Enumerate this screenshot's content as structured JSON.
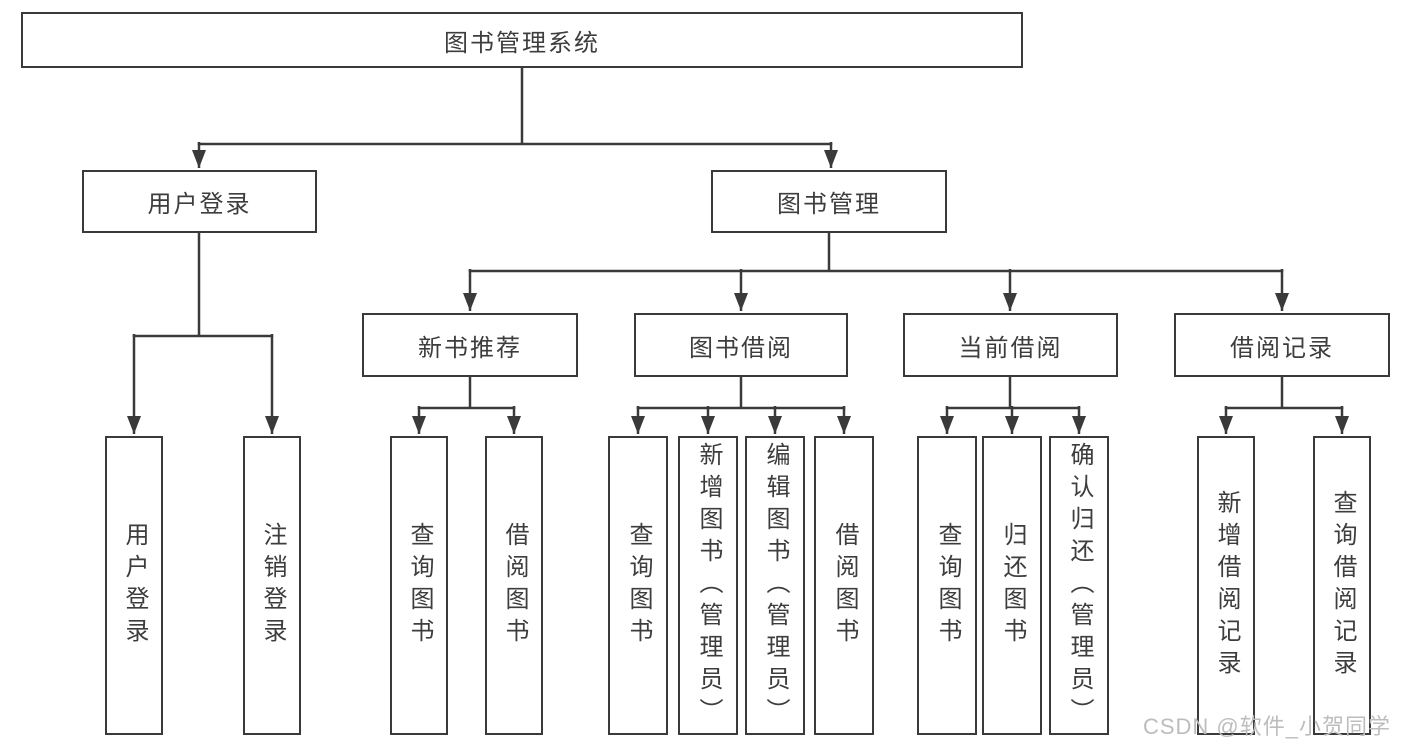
{
  "diagram": {
    "root": {
      "label": "图书管理系统"
    },
    "level2": [
      {
        "label": "用户登录"
      },
      {
        "label": "图书管理"
      }
    ],
    "level3": [
      {
        "label": "新书推荐"
      },
      {
        "label": "图书借阅"
      },
      {
        "label": "当前借阅"
      },
      {
        "label": "借阅记录"
      }
    ],
    "leaves": {
      "user_login": [
        "用户登录",
        "注销登录"
      ],
      "new_book_recommend": [
        "查询图书",
        "借阅图书"
      ],
      "book_borrow": [
        "查询图书",
        "新增图书（管理员）",
        "编辑图书（管理员）",
        "借阅图书"
      ],
      "current_borrow": [
        "查询图书",
        "归还图书",
        "确认归还（管理员）"
      ],
      "borrow_records": [
        "新增借阅记录",
        "查询借阅记录"
      ]
    },
    "watermark": "CSDN @软件_小贺同学",
    "colors": {
      "line": "#3a3a3a",
      "text": "#3d3d3d",
      "watermark": "#bdbdbd",
      "background": "#ffffff"
    }
  }
}
